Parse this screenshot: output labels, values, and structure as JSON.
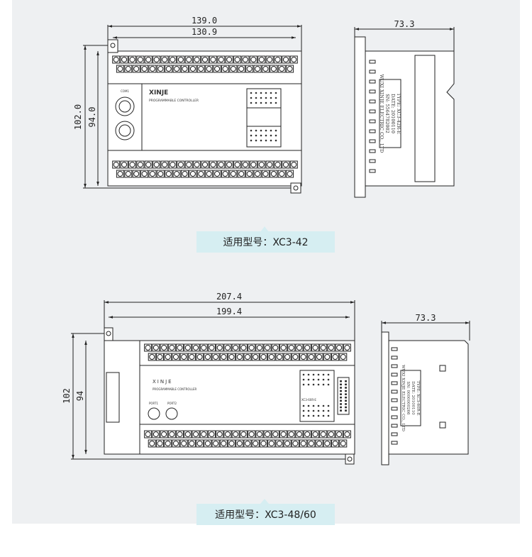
{
  "top_drawing": {
    "front_width_overall": "139.0",
    "front_width_inner": "130.9",
    "front_height_overall": "102.0",
    "front_height_inner": "94.0",
    "side_depth": "73.3",
    "brand": "XINJE",
    "subtitle": "PROGRAMMABLE CONTROLLER",
    "port_label": "COM1",
    "label_plate": [
      "TYPE: XC3-42R-E",
      "DATE: 20100110",
      "SN: 5564782002",
      "WUXI XINJE ELECTRIC CO., LTD"
    ],
    "caption": "适用型号：XC3-42"
  },
  "bottom_drawing": {
    "front_width_overall": "207.4",
    "front_width_inner": "199.4",
    "front_height_overall": "102",
    "front_height_inner": "94",
    "side_depth": "73.3",
    "brand": "XINJE",
    "subtitle": "PROGRAMMABLE CONTROLLER",
    "port_labels": [
      "PORT1",
      "PORT2"
    ],
    "model_text": "XC3-60R-E",
    "label_plate": [
      "TYPE: XC3-60R-E",
      "DATE: 20100110",
      "SN: 0000000266",
      "WUXI XINJE ELECTRIC CO., LTD"
    ],
    "caption": "适用型号：XC3-48/60"
  },
  "colors": {
    "panel": "#eef0f2",
    "caption_bg": "#d6eef2",
    "line": "#222222"
  }
}
